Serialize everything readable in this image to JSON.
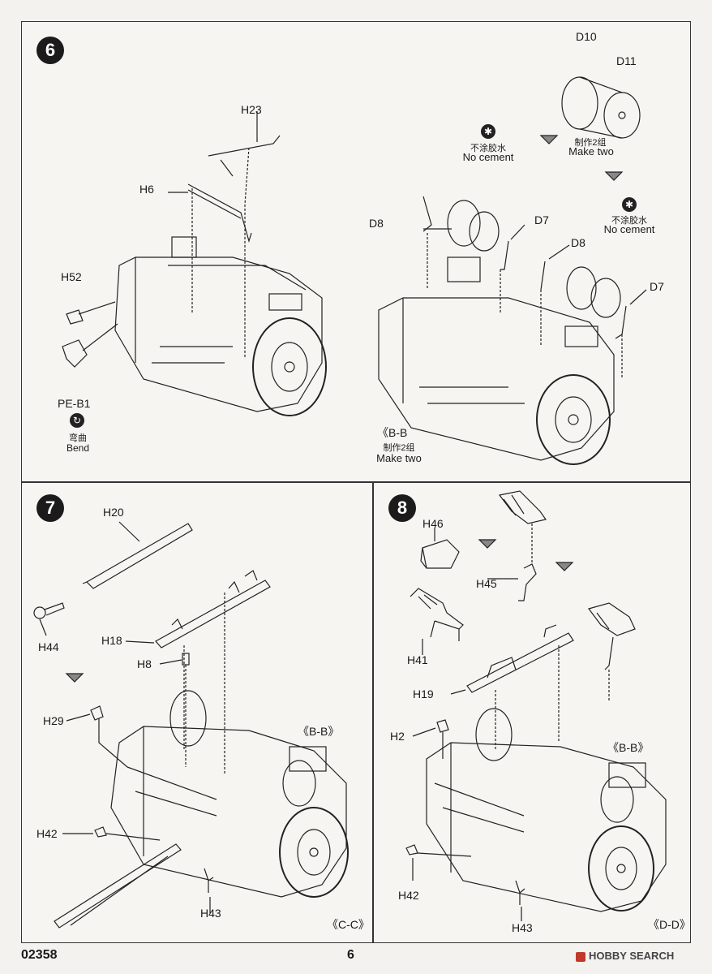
{
  "page": {
    "code": "02358",
    "number": "6",
    "watermark": "HOBBY SEARCH"
  },
  "step6": {
    "number": "6",
    "labels": {
      "h23": "H23",
      "h6": "H6",
      "h52": "H52",
      "pe_b1": "PE-B1",
      "bend_cn": "弯曲",
      "bend_en": "Bend",
      "d10": "D10",
      "d11": "D11",
      "make_two_cn": "制作2组",
      "make_two_en": "Make two",
      "no_cement_cn_1": "不涂胶水",
      "no_cement_en_1": "No cement",
      "no_cement_cn_2": "不涂胶水",
      "no_cement_en_2": "No cement",
      "d8_left": "D8",
      "d7_upper": "D7",
      "d8_right": "D8",
      "d7_lower": "D7",
      "bb": "《B-B",
      "bb_make_two_cn": "制作2组",
      "bb_make_two_en": "Make two"
    }
  },
  "step7": {
    "number": "7",
    "labels": {
      "h20": "H20",
      "h44": "H44",
      "h18": "H18",
      "h8": "H8",
      "h29": "H29",
      "bb": "《B-B》",
      "h42": "H42",
      "h43": "H43",
      "cc": "《C-C》"
    }
  },
  "step8": {
    "number": "8",
    "labels": {
      "h46": "H46",
      "h45": "H45",
      "h41": "H41",
      "h19": "H19",
      "h2": "H2",
      "bb": "《B-B》",
      "h42": "H42",
      "h43": "H43",
      "dd": "《D-D》"
    }
  }
}
